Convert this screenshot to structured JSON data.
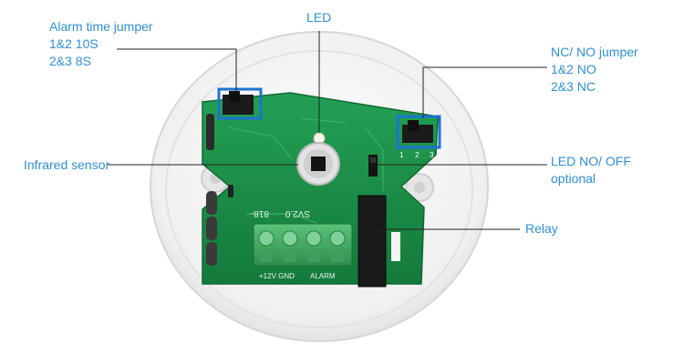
{
  "callouts": {
    "alarm_time": {
      "title": "Alarm time jumper",
      "opt1": "1&2 10S",
      "opt2": "2&3  8S"
    },
    "led": {
      "title": "LED"
    },
    "nc_no": {
      "title": "NC/ NO jumper",
      "opt1": "1&2 NO",
      "opt2": "2&3 NC"
    },
    "infrared": {
      "title": "Infrared sensor"
    },
    "led_no_off": {
      "title": "LED NO/ OFF",
      "sub": "optional"
    },
    "relay": {
      "title": "Relay"
    }
  },
  "board": {
    "model": "818-",
    "version": "SV2.0",
    "terminal_power": "+12V GND",
    "terminal_alarm": "ALARM",
    "jumper_digits": [
      "1",
      "2",
      "3"
    ]
  },
  "colors": {
    "label": "#2f8fd6",
    "highlight": "#1e73d2",
    "pcb": "#1f8f4a",
    "housing": "#f1f1f1"
  }
}
